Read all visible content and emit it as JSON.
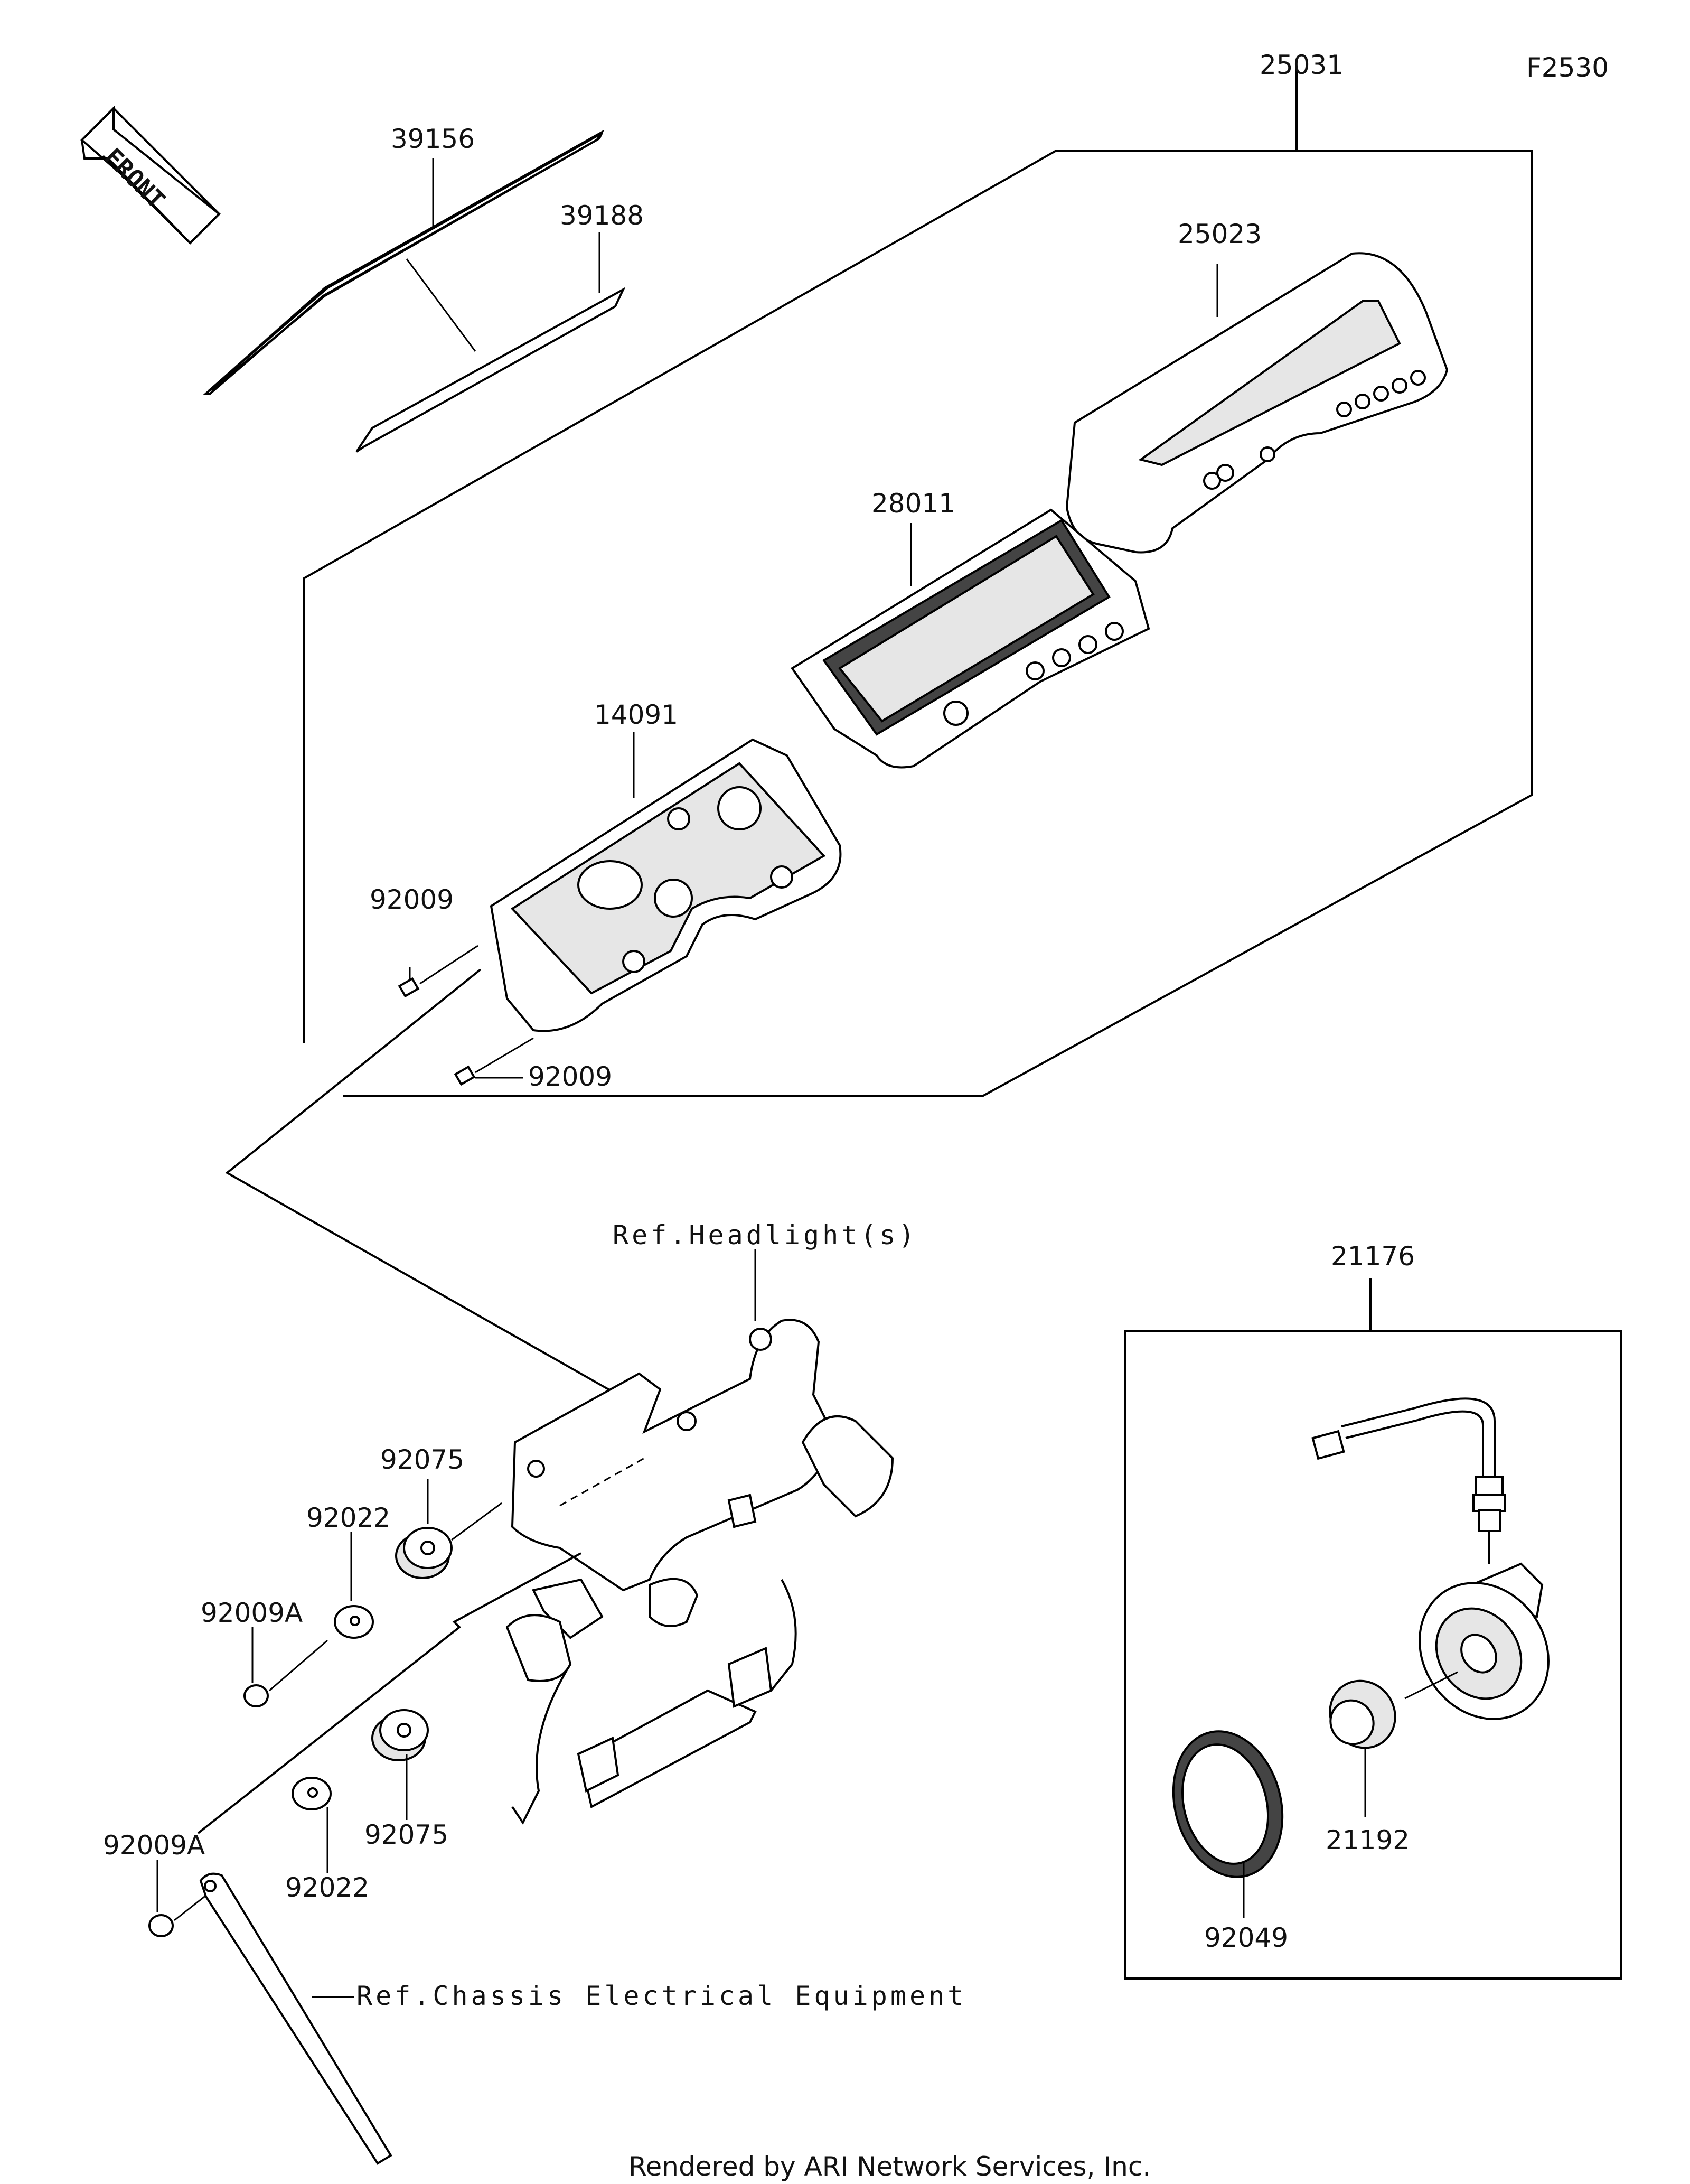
{
  "figure_code": "F2530",
  "front_label": "FRONT",
  "footer": "Rendered by ARI Network Services, Inc.",
  "references": {
    "headlight": "Ref.Headlight(s)",
    "chassis": "Ref.Chassis Electrical Equipment"
  },
  "parts": {
    "p25031": "25031",
    "p25023": "25023",
    "p39156": "39156",
    "p39188": "39188",
    "p28011": "28011",
    "p14091": "14091",
    "p92009_a": "92009",
    "p92009_b": "92009",
    "p92075_a": "92075",
    "p92022_a": "92022",
    "p92009A_a": "92009A",
    "p92075_b": "92075",
    "p92022_b": "92022",
    "p92009A_b": "92009A",
    "p21176": "21176",
    "p21192": "21192",
    "p92049": "92049"
  }
}
